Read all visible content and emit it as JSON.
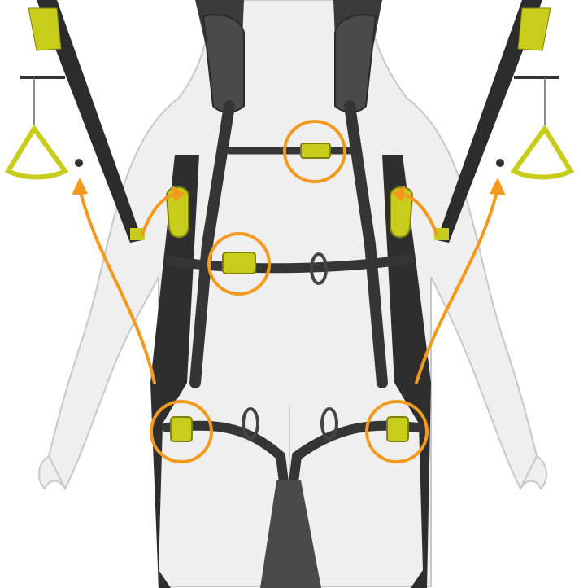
{
  "image": {
    "subject": "paraglider-harness-attachment-diagram",
    "colors": {
      "background": "#ffffff",
      "body": "#efefef",
      "body_outline": "#c8c8c8",
      "strap": "#3a3a3a",
      "strap_dark": "#262626",
      "padding": "#4a4a4a",
      "buckle": "#c8cc1a",
      "buckle_dark": "#8a8c10",
      "highlight_ring": "#f39a1e",
      "arrow": "#f39a1e"
    },
    "highlights": [
      {
        "name": "chest-buckle"
      },
      {
        "name": "waist-buckle"
      },
      {
        "name": "left-leg-buckle"
      },
      {
        "name": "right-leg-buckle"
      }
    ],
    "arrows": [
      {
        "name": "left-riser-arrow"
      },
      {
        "name": "right-riser-arrow"
      },
      {
        "name": "left-carabiner-arrow"
      },
      {
        "name": "right-carabiner-arrow"
      }
    ]
  }
}
